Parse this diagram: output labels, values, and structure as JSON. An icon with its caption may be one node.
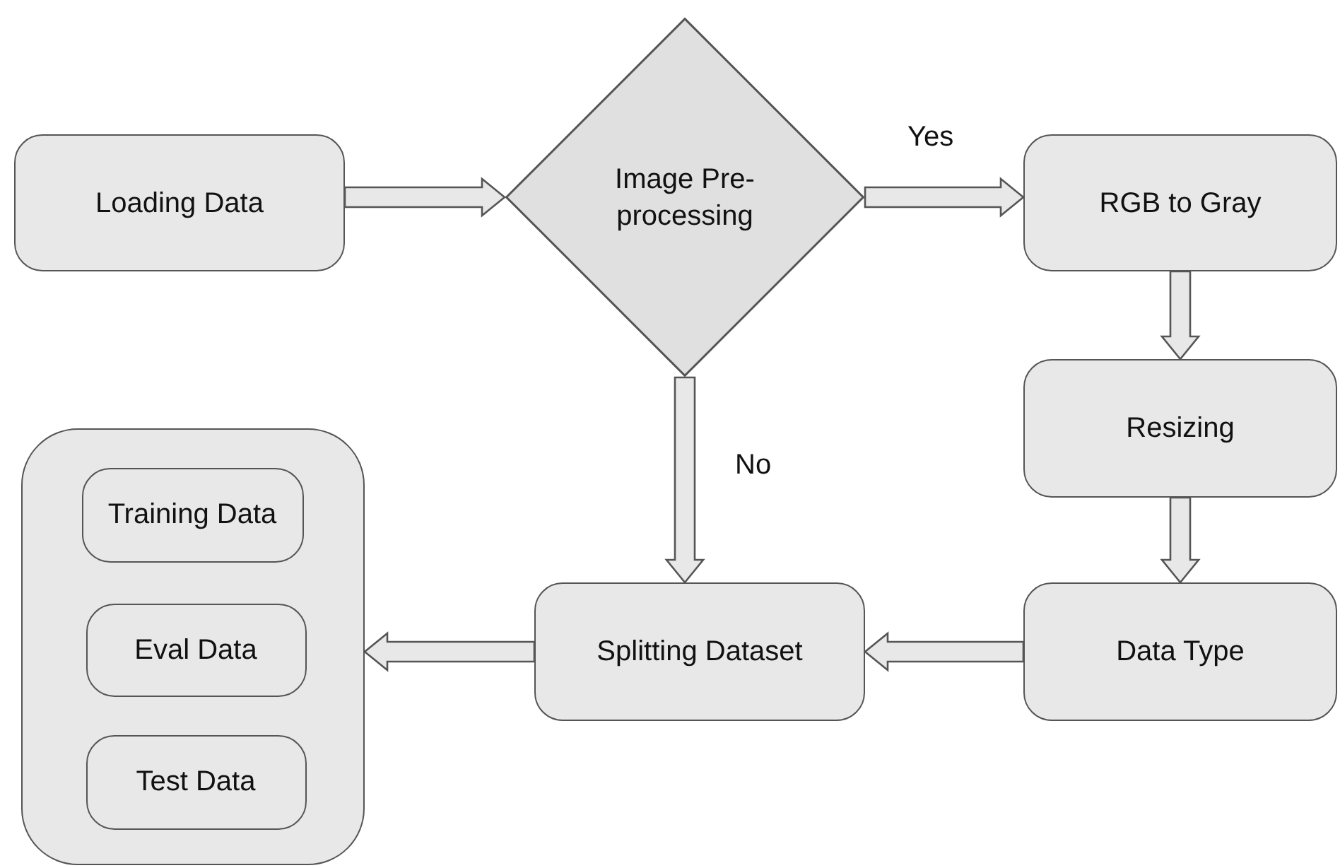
{
  "diagram": {
    "nodes": [
      {
        "text": [
          "Loading Data"
        ]
      },
      {
        "text": [
          "Image Pre-processing"
        ]
      },
      {
        "text": [
          "RGB to Gray"
        ]
      },
      {
        "text": [
          "Resizing"
        ]
      },
      {
        "text": [
          "Data Type"
        ]
      },
      {
        "text": [
          "Splitting Dataset"
        ]
      },
      {
        "text": [],
        "shape": "box"
      },
      {
        "text": [
          "Training Data"
        ],
        "in": 6
      },
      {
        "text": [
          "Eval Data"
        ],
        "in": 6
      },
      {
        "text": [
          "Test Data"
        ],
        "in": 6
      }
    ],
    "edges": [
      {
        "from": 0,
        "to": 1,
        "arrow": "to"
      },
      {
        "from": 1,
        "to": 2,
        "arrow": "to",
        "label": "Yes"
      },
      {
        "from": 2,
        "to": 3,
        "arrow": "to"
      },
      {
        "from": 3,
        "to": 4,
        "arrow": "to"
      },
      {
        "from": 4,
        "to": 5,
        "arrow": "to"
      },
      {
        "from": 1,
        "to": 5,
        "arrow": "to",
        "label": "No"
      },
      {
        "from": 5,
        "to": 6,
        "arrow": "to"
      }
    ]
  }
}
